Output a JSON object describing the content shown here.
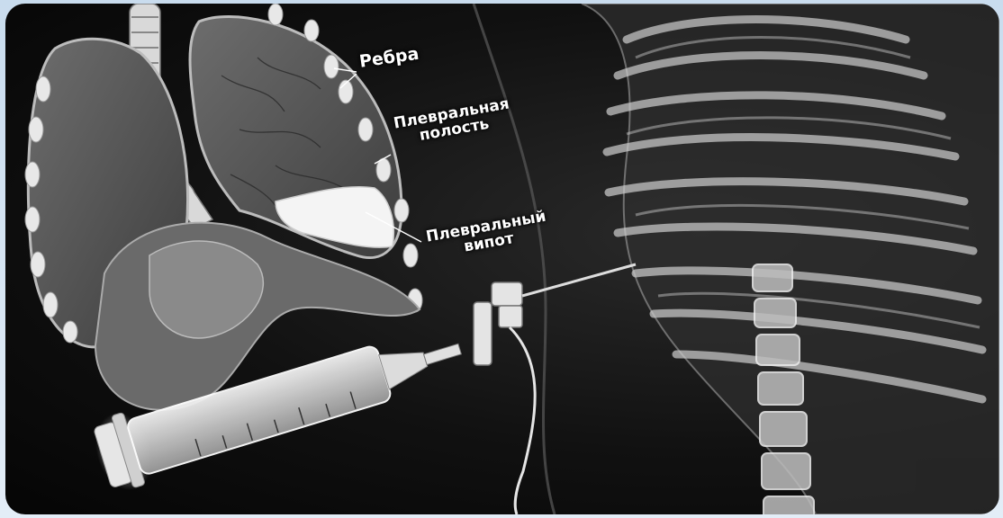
{
  "labels": {
    "ribs": "Ребра",
    "pleural_cavity_line1": "Плевральная",
    "pleural_cavity_line2": "полость",
    "pleural_effusion_line1": "Плевральный",
    "pleural_effusion_line2": "випот"
  },
  "colors": {
    "background": "#0b0b0b",
    "frame": "#d4e3f2",
    "label_text": "#ffffff",
    "anatomy_light": "#d8d8d8",
    "anatomy_mid": "#7a7a7a"
  }
}
